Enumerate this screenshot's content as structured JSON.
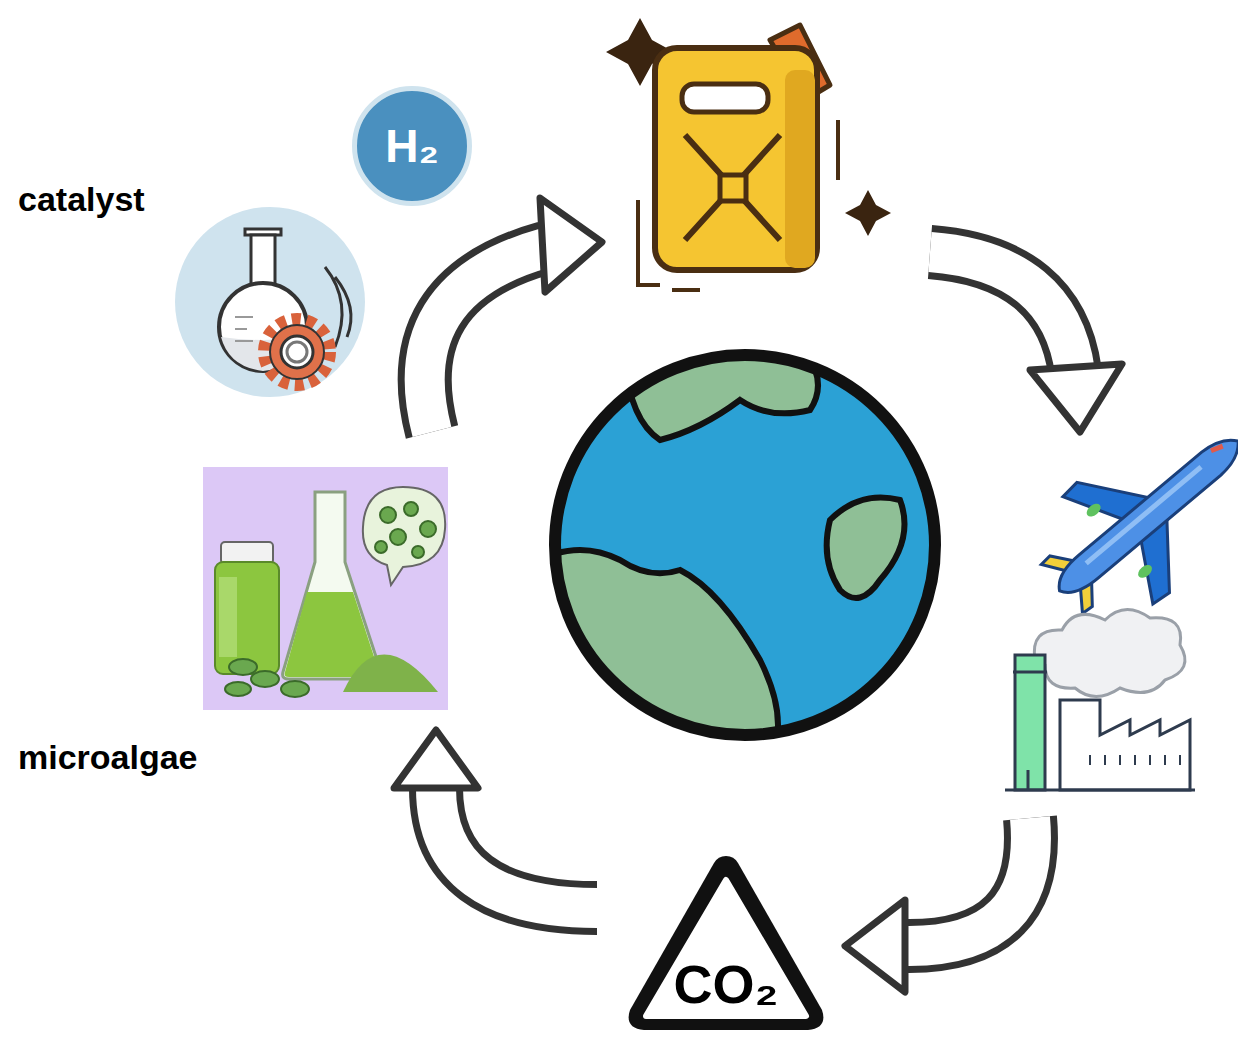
{
  "diagram": {
    "nodes": [
      {
        "text": [
          "H₂"
        ]
      },
      {
        "text": [
          "catalyst"
        ]
      },
      {
        "text": [
          "microalgae"
        ]
      },
      {
        "text": [
          "CO₂"
        ]
      }
    ],
    "edges": [
      {
        "from": 3,
        "to": 2,
        "arrow": "to"
      }
    ]
  }
}
